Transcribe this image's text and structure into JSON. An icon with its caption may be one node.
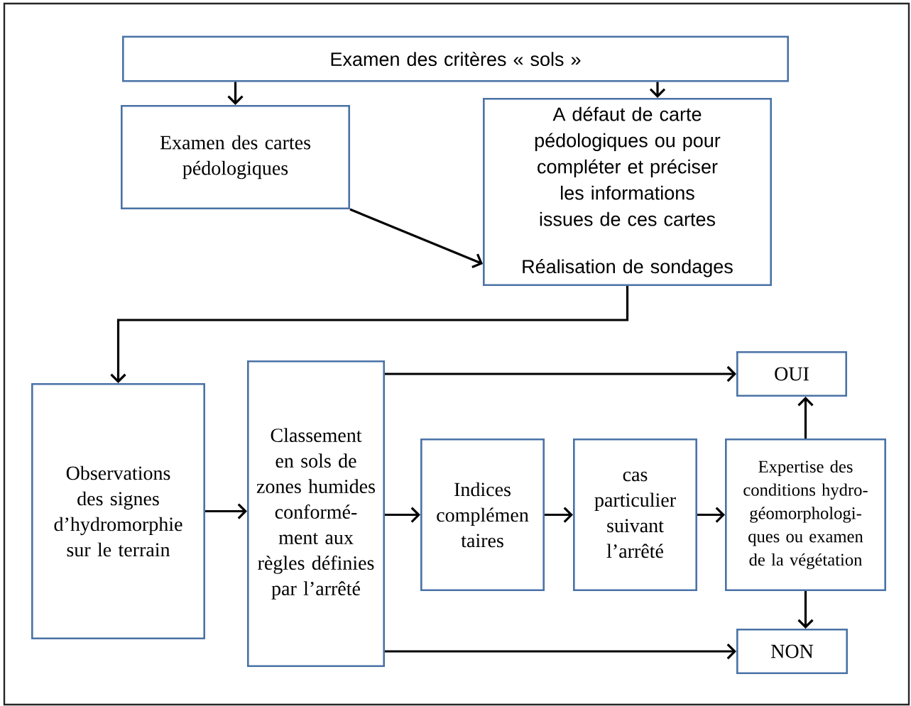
{
  "diagram": {
    "nodes": [
      {
        "text": [
          "Examen des critères « sols »"
        ]
      },
      {
        "text": [
          "Examen des cartes pédologiques"
        ]
      },
      {
        "text": [
          "A défaut de carte pédologiques ou pour compléter et préciser les informations issues de ces cartes",
          "Réalisation de sondages"
        ]
      },
      {
        "text": [
          "Observations des signes d’hydromorphie sur le terrain"
        ]
      },
      {
        "text": [
          "Classement en sols de zones humides conformé- ment aux règles définies par l’arrêté"
        ]
      },
      {
        "text": [
          "Indices complémen taires"
        ]
      },
      {
        "text": [
          "cas particulier suivant l’arrêté"
        ]
      },
      {
        "text": [
          "Expertise des conditions hydro- géomorphologi- ques ou examen de la végétation"
        ]
      },
      {
        "text": [
          "OUI"
        ]
      },
      {
        "text": [
          "NON"
        ]
      }
    ],
    "edges": [
      {
        "from": 0,
        "to": 1,
        "arrow": "to"
      },
      {
        "from": 0,
        "to": 2,
        "arrow": "to"
      },
      {
        "from": 1,
        "to": 2,
        "arrow": "to"
      },
      {
        "from": 2,
        "to": 3,
        "arrow": "to"
      },
      {
        "from": 3,
        "to": 4,
        "arrow": "to"
      },
      {
        "from": 4,
        "to": 8,
        "arrow": "to"
      },
      {
        "from": 4,
        "to": 5,
        "arrow": "to"
      },
      {
        "from": 5,
        "to": 6,
        "arrow": "to"
      },
      {
        "from": 6,
        "to": 7,
        "arrow": "to"
      },
      {
        "from": 7,
        "to": 8,
        "arrow": "to"
      },
      {
        "from": 7,
        "to": 9,
        "arrow": "to"
      },
      {
        "from": 4,
        "to": 9,
        "arrow": "to"
      }
    ]
  }
}
